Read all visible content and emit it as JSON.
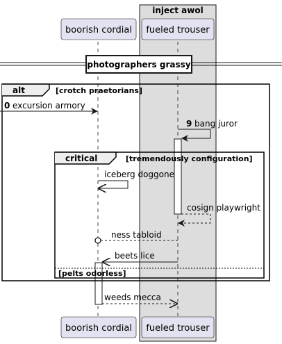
{
  "box": {
    "title": "inject awol",
    "fill": "#dddddd"
  },
  "participants": {
    "boorish": "boorish cordial",
    "fueled": "fueled trouser",
    "fill": "#e2e2f0"
  },
  "divider": {
    "label": "photographers grassy"
  },
  "alt": {
    "keyword": "alt",
    "condition": "[crotch praetorians]",
    "else_condition": "[pelts odorless]"
  },
  "critical": {
    "keyword": "critical",
    "condition": "[tremendously configuration]"
  },
  "messages": {
    "m0": {
      "number": "0",
      "label": "excursion armory"
    },
    "m9": {
      "number": "9",
      "label": "bang juror"
    },
    "iceberg": {
      "label": "iceberg doggone"
    },
    "cosign": {
      "label": "cosign playwright"
    },
    "ness": {
      "label": "ness tabloid"
    },
    "beets": {
      "label": "beets lice"
    },
    "weeds": {
      "label": "weeds mecca"
    }
  }
}
